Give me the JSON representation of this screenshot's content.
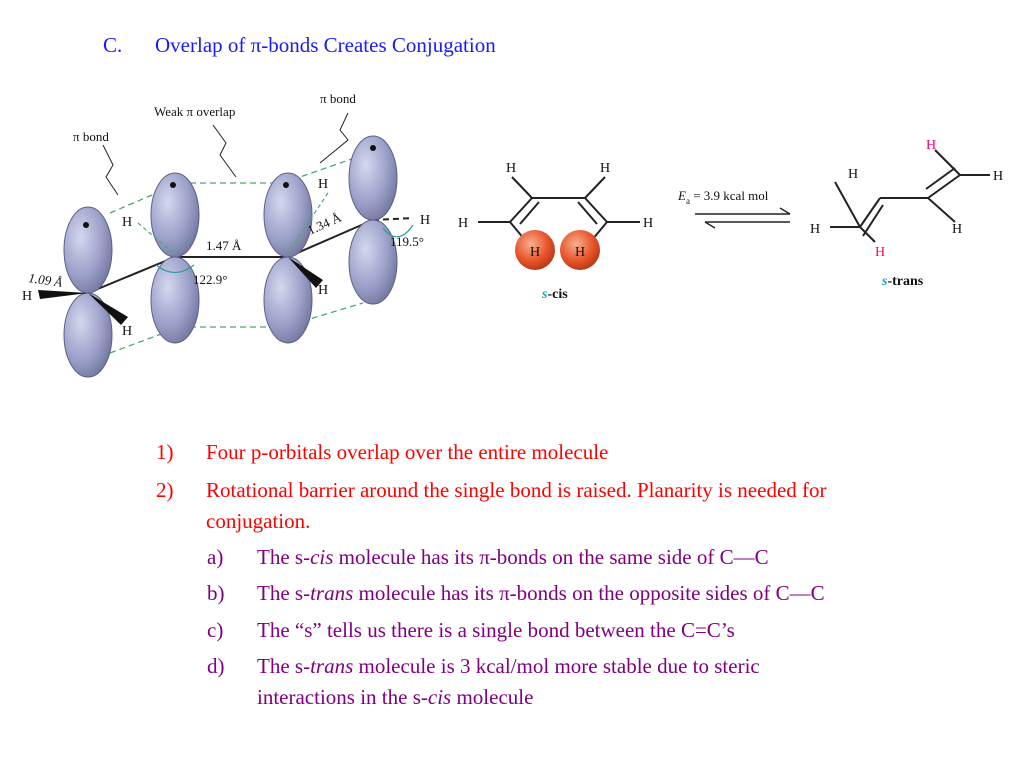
{
  "heading": {
    "number": "C.",
    "text": "Overlap of π-bonds Creates Conjugation"
  },
  "figure_left": {
    "labels": {
      "pi_bond_left": "π bond",
      "weak_overlap": "Weak π overlap",
      "pi_bond_right": "π bond",
      "h": "H",
      "bond_147": "1.47 Å",
      "bond_134": "1.34 Å",
      "bond_109": "1.09 Å",
      "angle_1229": "122.9°",
      "angle_1195": "119.5°"
    }
  },
  "figure_right": {
    "h": "H",
    "ea_symbol": "E",
    "ea_sub": "a",
    "ea_value": " = 3.9 kcal mol",
    "scis_s": "s",
    "scis_rest": "-cis",
    "strans_s": "s",
    "strans_rest": "-trans"
  },
  "colors": {
    "heading": "#1a1aff",
    "list_main": "#ff0000",
    "list_sub": "#800080",
    "orbital": "#9aa0c8",
    "highlight_h": "#ff0066",
    "steric": "#e8552a"
  },
  "list": [
    {
      "label": "1)",
      "text": "Four p-orbitals overlap over the entire molecule"
    },
    {
      "label": "2)",
      "line1": "Rotational barrier around the single bond is raised.  Planarity is needed for",
      "line2": "conjugation."
    }
  ],
  "sublist": [
    {
      "label": "a)",
      "pre": "The s-",
      "em": "cis",
      "post": " molecule has its π-bonds on the same side of C—C"
    },
    {
      "label": "b)",
      "pre": "The s-",
      "em": "trans",
      "post": " molecule has its π-bonds on the opposite sides of C—C"
    },
    {
      "label": "c)",
      "text": "The “s” tells us there is a single bond between the C=C’s"
    },
    {
      "label": "d)",
      "pre": "The s-",
      "em": "trans",
      "post": " molecule is 3 kcal/mol more stable due to steric",
      "line2_pre": "interactions in the s-",
      "line2_em": "cis",
      "line2_post": " molecule"
    }
  ]
}
